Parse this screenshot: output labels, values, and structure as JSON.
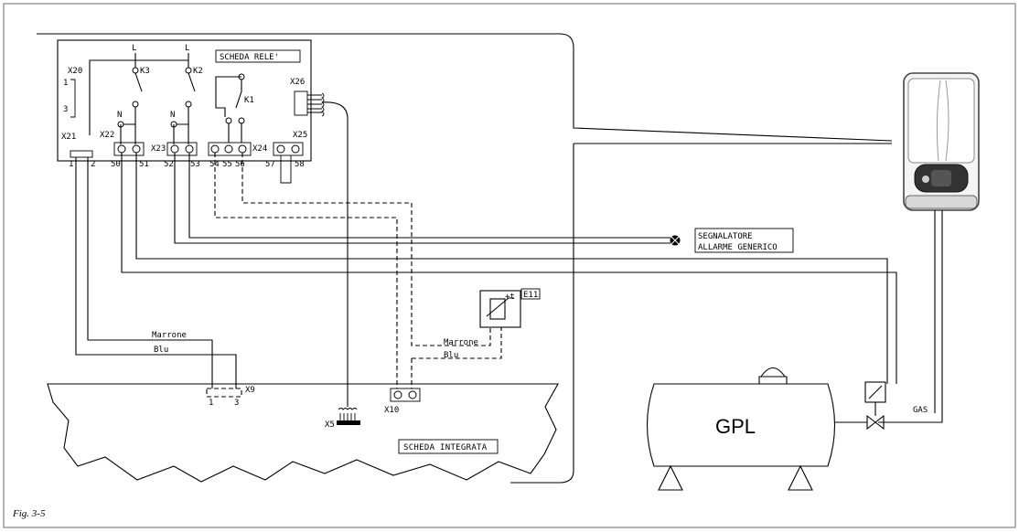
{
  "labels": {
    "scheda_rele": "SCHEDA RELE'",
    "x20": "X20",
    "x20_pin1": "1",
    "x20_pin3": "3",
    "x21": "X21",
    "x22": "X22",
    "x23": "X23",
    "x24": "X24",
    "x25": "X25",
    "x26": "X26",
    "k1": "K1",
    "k2": "K2",
    "k3": "K3",
    "l_k3": "L",
    "l_k2": "L",
    "n_k3": "N",
    "n_k2": "N",
    "t1": "1",
    "t2": "2",
    "t50": "50",
    "t51": "51",
    "t52": "52",
    "t53": "53",
    "t54": "54",
    "t55": "55",
    "t56": "56",
    "t57": "57",
    "t58": "58",
    "segnalatore_1": "SEGNALATORE",
    "segnalatore_2": "ALLARME GENERICO",
    "e11": "E11",
    "plus_t": "+t",
    "marrone_left": "Marrone",
    "blu_left": "Blu",
    "marrone_right": "Marrone",
    "blu_right": "Blu",
    "x9": "X9",
    "x9_pin1": "1",
    "x9_pin3": "3",
    "x10": "X10",
    "x5": "X5",
    "scheda_integrata": "SCHEDA INTEGRATA",
    "gpl": "GPL",
    "gas": "GAS",
    "fig": "Fig. 3-5"
  }
}
